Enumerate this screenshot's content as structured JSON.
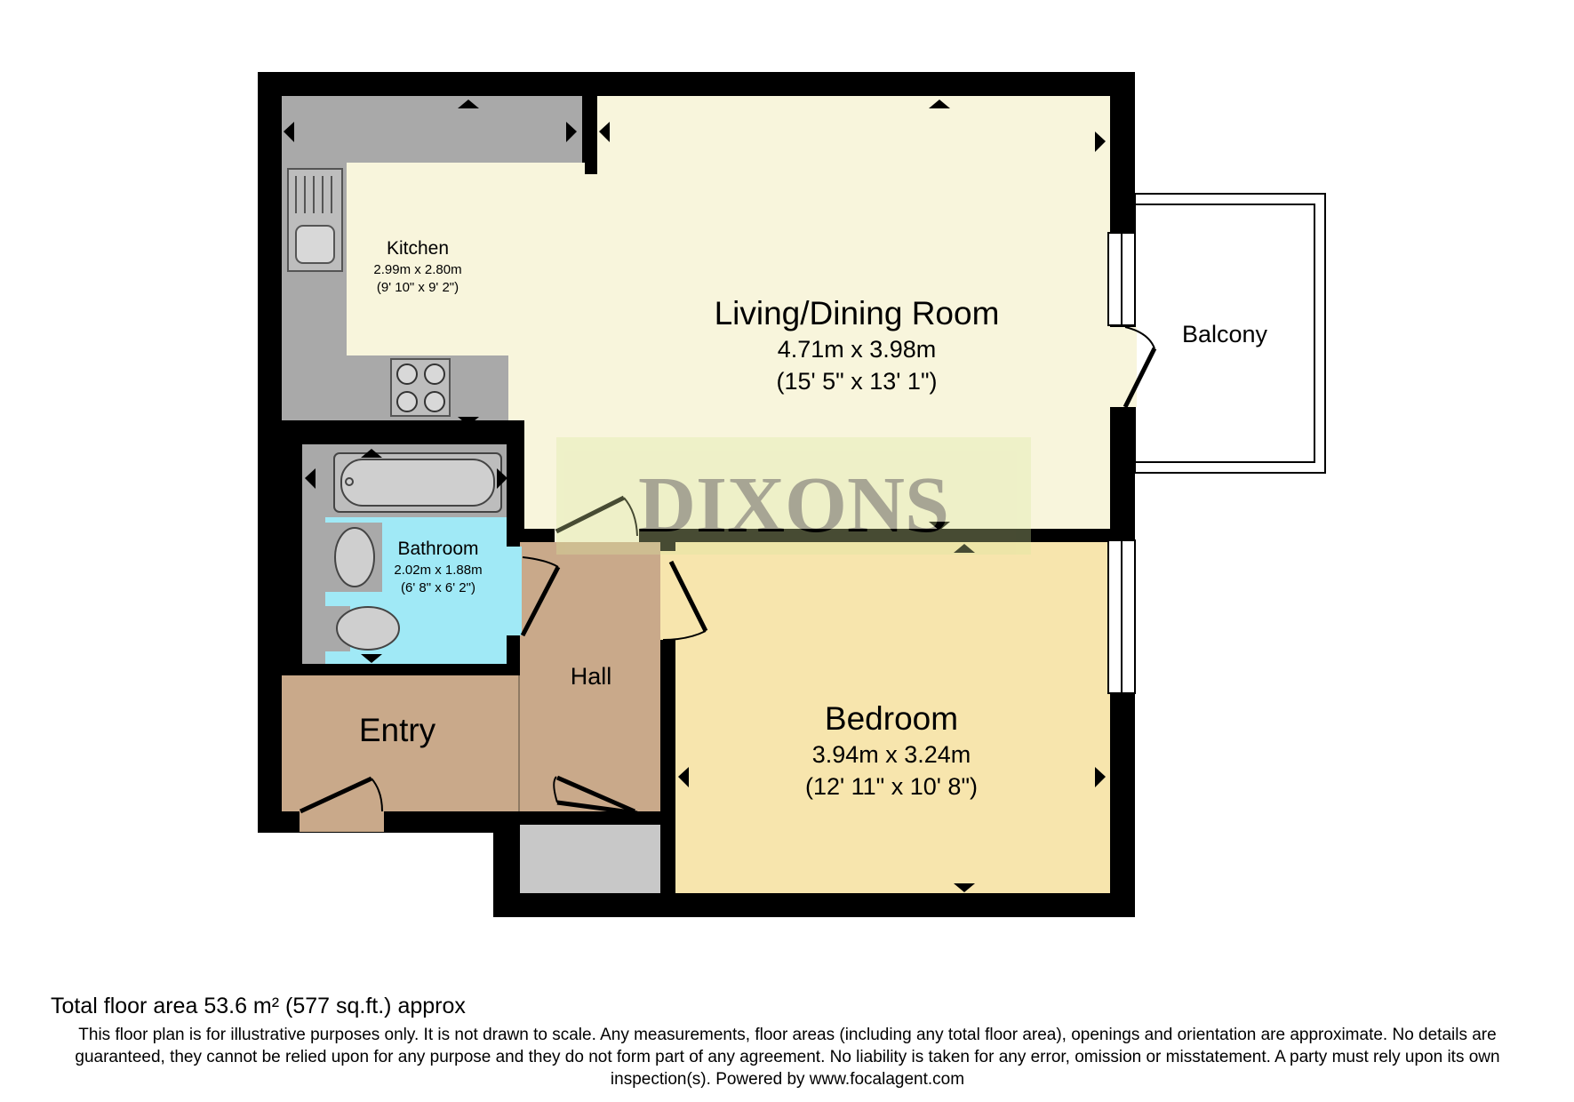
{
  "plan": {
    "rooms": {
      "kitchen": {
        "name": "Kitchen",
        "metric": "2.99m x 2.80m",
        "imperial": "(9' 10\" x 9' 2\")"
      },
      "living": {
        "name": "Living/Dining Room",
        "metric": "4.71m x 3.98m",
        "imperial": "(15' 5\" x 13' 1\")"
      },
      "balcony": {
        "name": "Balcony"
      },
      "bathroom": {
        "name": "Bathroom",
        "metric": "2.02m x 1.88m",
        "imperial": "(6' 8\" x 6' 2\")"
      },
      "hall": {
        "name": "Hall"
      },
      "entry": {
        "name": "Entry"
      },
      "bedroom": {
        "name": "Bedroom",
        "metric": "3.94m x 3.24m",
        "imperial": "(12' 11\" x 10' 8\")"
      }
    },
    "watermark": "DIXONS",
    "colors": {
      "wall": "#000000",
      "living": "#f8f5dc",
      "bedroom": "#f7e5ad",
      "bathroom": "#a0e9f6",
      "hall": "#c9a98a",
      "kitchen_units": "#a9a9a9",
      "store": "#c8c8c8"
    }
  },
  "footer": {
    "total_area": "Total floor area 53.6 m² (577 sq.ft.) approx",
    "disclaimer": "This floor plan is for illustrative purposes only. It is not drawn to scale. Any measurements, floor areas (including any total floor area), openings and orientation are approximate. No details are guaranteed, they cannot be relied upon for any purpose and they do not form part of any agreement. No liability is taken for any error, omission or misstatement. A party must rely upon its own inspection(s). Powered by www.focalagent.com"
  }
}
